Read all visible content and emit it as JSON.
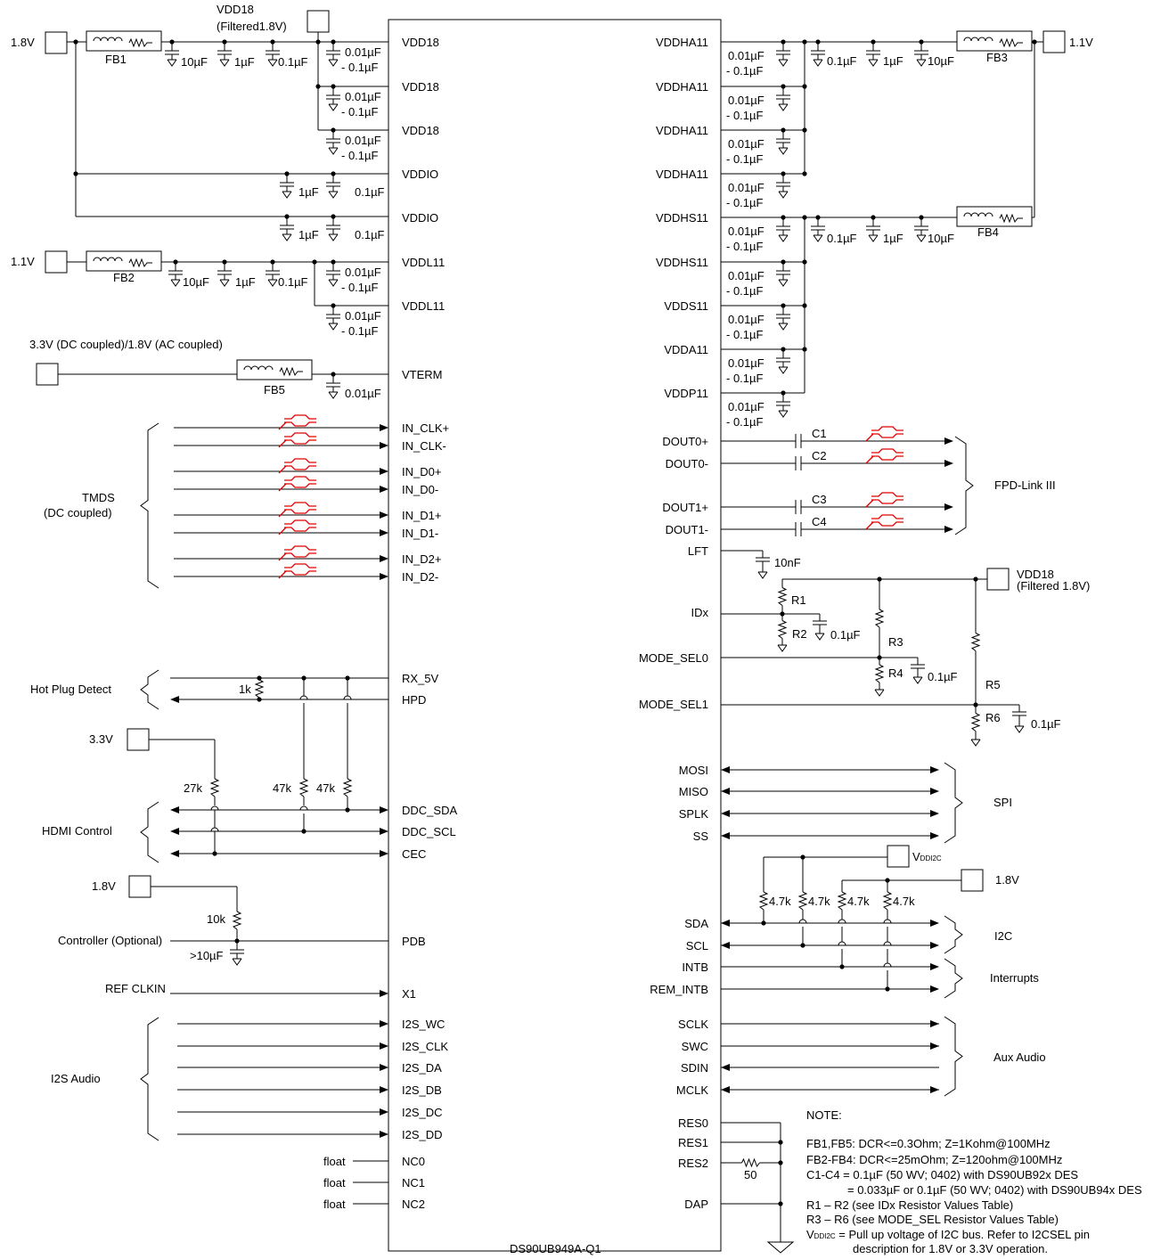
{
  "chip": {
    "part_number": "DS90UB949A-Q1",
    "left_pins": {
      "vdd18": "VDD18",
      "vddio": "VDDIO",
      "vddl11": "VDDL11",
      "vterm": "VTERM",
      "in_clk_p": "IN_CLK+",
      "in_clk_n": "IN_CLK-",
      "in_d0_p": "IN_D0+",
      "in_d0_n": "IN_D0-",
      "in_d1_p": "IN_D1+",
      "in_d1_n": "IN_D1-",
      "in_d2_p": "IN_D2+",
      "in_d2_n": "IN_D2-",
      "rx_5v": "RX_5V",
      "hpd": "HPD",
      "ddc_sda": "DDC_SDA",
      "ddc_scl": "DDC_SCL",
      "cec": "CEC",
      "pdb": "PDB",
      "x1": "X1",
      "i2s_wc": "I2S_WC",
      "i2s_clk": "I2S_CLK",
      "i2s_da": "I2S_DA",
      "i2s_db": "I2S_DB",
      "i2s_dc": "I2S_DC",
      "i2s_dd": "I2S_DD",
      "nc0": "NC0",
      "nc1": "NC1",
      "nc2": "NC2"
    },
    "right_pins": {
      "vddha11": "VDDHA11",
      "vddhs11": "VDDHS11",
      "vdds11": "VDDS11",
      "vdda11": "VDDA11",
      "vddp11": "VDDP11",
      "dout0_p": "DOUT0+",
      "dout0_n": "DOUT0-",
      "dout1_p": "DOUT1+",
      "dout1_n": "DOUT1-",
      "lft": "LFT",
      "idx": "IDx",
      "mode_sel0": "MODE_SEL0",
      "mode_sel1": "MODE_SEL1",
      "mosi": "MOSI",
      "miso": "MISO",
      "splk": "SPLK",
      "ss": "SS",
      "sda": "SDA",
      "scl": "SCL",
      "intb": "INTB",
      "rem_intb": "REM_INTB",
      "sclk": "SCLK",
      "swc": "SWC",
      "sdin": "SDIN",
      "mclk": "MCLK",
      "res0": "RES0",
      "res1": "RES1",
      "res2": "RES2",
      "dap": "DAP"
    }
  },
  "supplies": {
    "v18": "1.8V",
    "v11": "1.1V",
    "v33": "3.3V",
    "vdd18_filtered_name": "VDD18",
    "vdd18_filtered_note": "(Filtered1.8V)",
    "vdd18_filtered_note2": "(Filtered 1.8V)",
    "vterm_supply": "3.3V (DC coupled)/1.8V (AC coupled)",
    "vddi2c_main": "V",
    "vddi2c_sub": "DDI2C"
  },
  "components": {
    "fb1": "FB1",
    "fb2": "FB2",
    "fb3": "FB3",
    "fb4": "FB4",
    "fb5": "FB5",
    "c10u": "10µF",
    "c1u": "1µF",
    "c01u": "0.1µF",
    "c001u": "0.01µF",
    "cdash": "- 0.1µF",
    "c10n": "10nF",
    "c10u_gt": ">10µF",
    "c1": "C1",
    "c2": "C2",
    "c3": "C3",
    "c4": "C4",
    "r1": "R1",
    "r2": "R2",
    "r3": "R3",
    "r4": "R4",
    "r5": "R5",
    "r6": "R6",
    "r1k": "1k",
    "r27k": "27k",
    "r47k": "47k",
    "r10k": "10k",
    "r4k7": "4.7k",
    "r50": "50"
  },
  "groups": {
    "tmds": "TMDS",
    "tmds_sub": "(DC coupled)",
    "hot_plug": "Hot Plug Detect",
    "hdmi_control": "HDMI Control",
    "controller": "Controller (Optional)",
    "ref_clkin": "REF CLKIN",
    "i2s_audio": "I2S Audio",
    "float": "float",
    "fpd_link": "FPD-Link III",
    "spi": "SPI",
    "i2c": "I2C",
    "interrupts": "Interrupts",
    "aux_audio": "Aux Audio"
  },
  "notes": {
    "title": "NOTE:",
    "line1": "FB1,FB5: DCR<=0.3Ohm; Z=1Kohm@100MHz",
    "line2": "FB2-FB4: DCR<=25mOhm; Z=120ohm@100MHz",
    "line3": "C1-C4 = 0.1µF (50 WV; 0402) with DS90UB92x DES",
    "line4": "= 0.033µF or 0.1µF (50 WV; 0402) with DS90UB94x DES",
    "line5": "R1 – R2 (see IDx Resistor Values Table)",
    "line6": "R3 – R6 (see MODE_SEL Resistor Values Table)",
    "line7_main": "V",
    "line7_sub": "DDI2C",
    "line7_rest": " = Pull up voltage of I2C bus. Refer to I2CSEL pin",
    "line8": "description for 1.8V or 3.3V operation."
  }
}
